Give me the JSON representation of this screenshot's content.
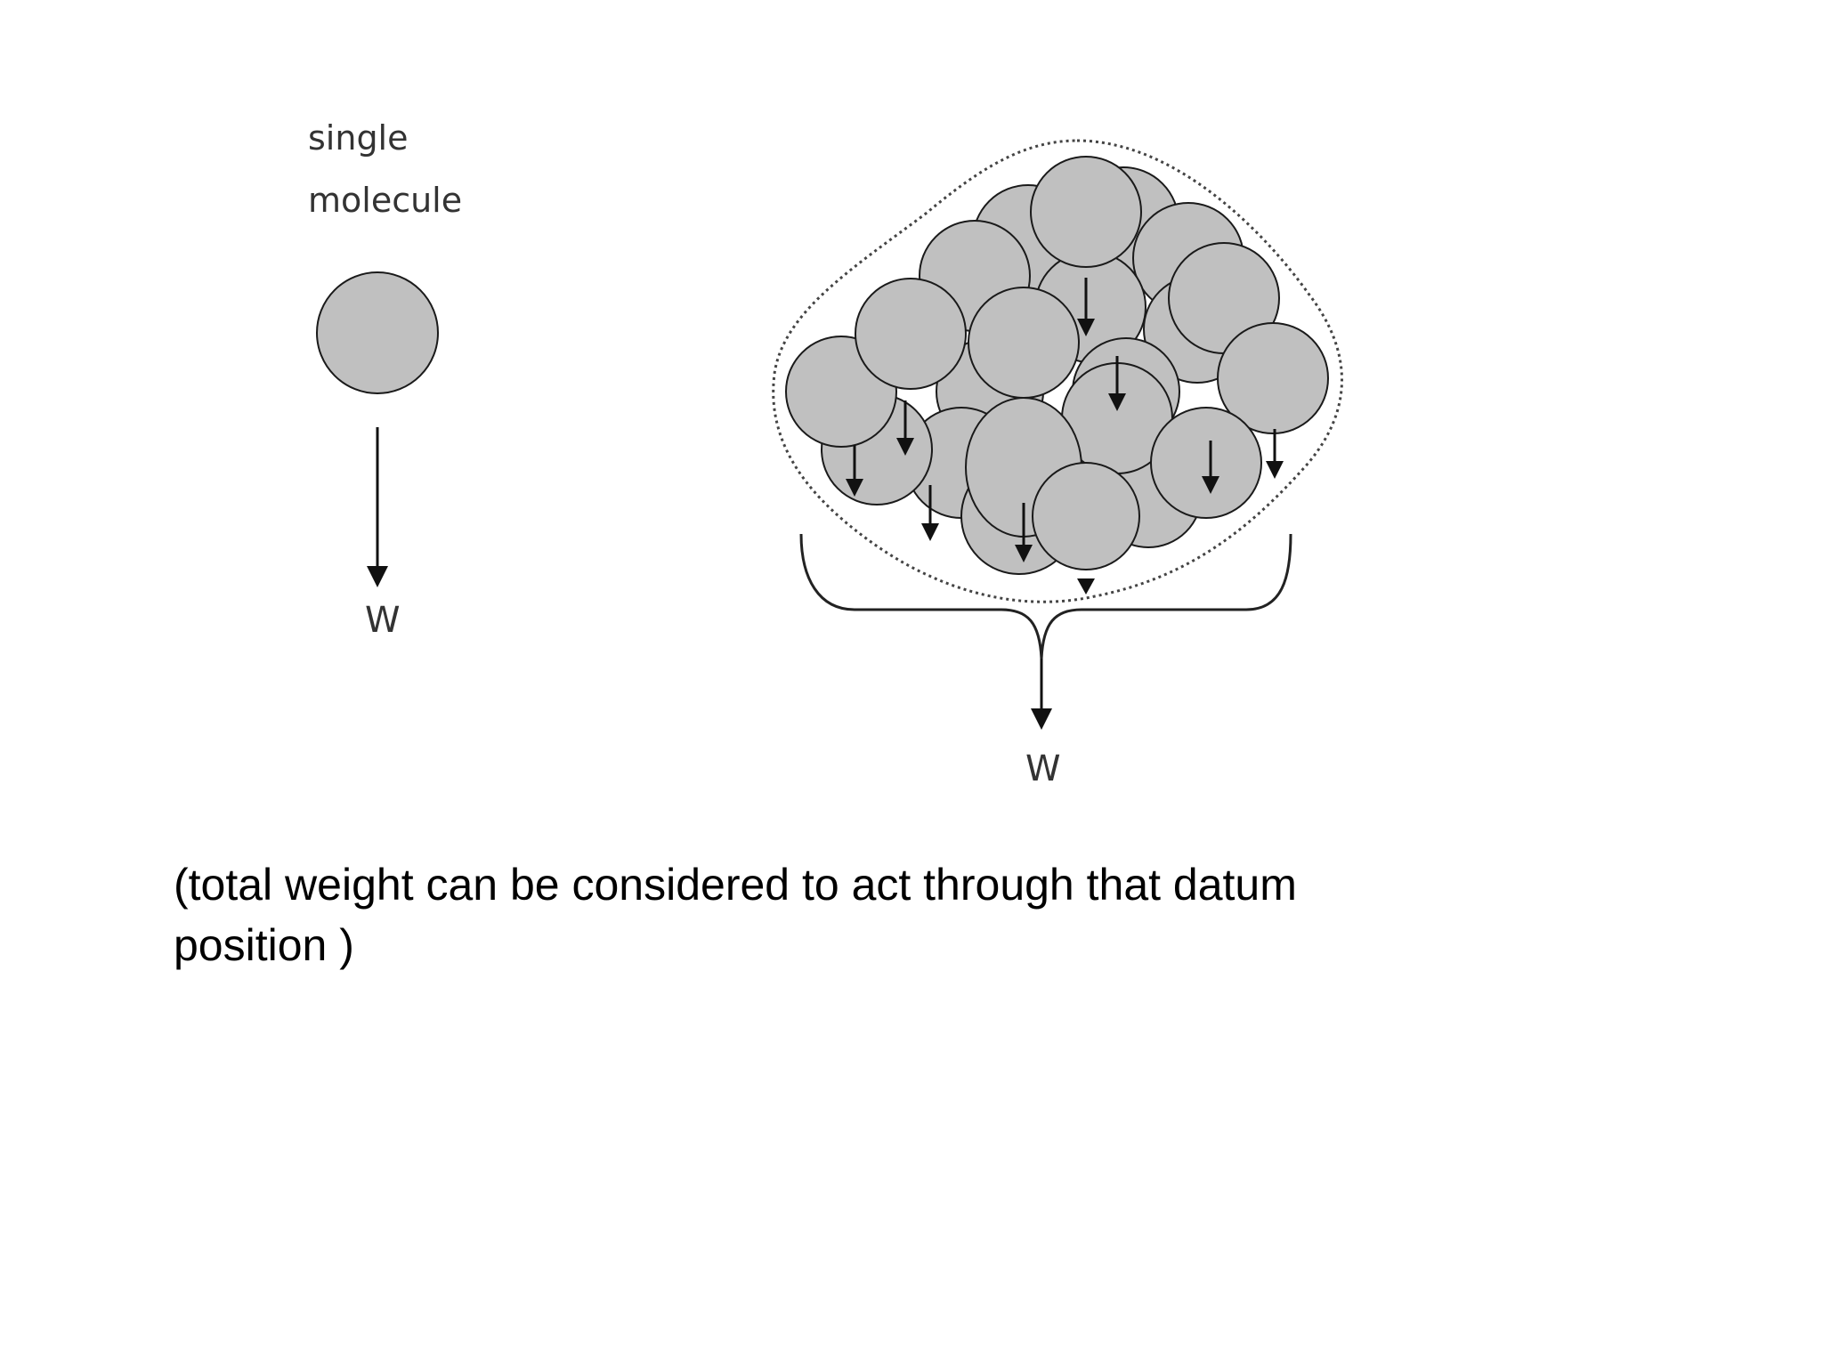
{
  "single": {
    "label_line1": "single",
    "label_line2": "molecule",
    "weight_label": "W"
  },
  "cluster": {
    "weight_label": "W"
  },
  "caption": {
    "line1": "(total weight can be considered to act through that datum",
    "line2": "position )"
  },
  "colors": {
    "molecule_fill": "#c0c0c0",
    "stroke": "#1a1a1a"
  }
}
